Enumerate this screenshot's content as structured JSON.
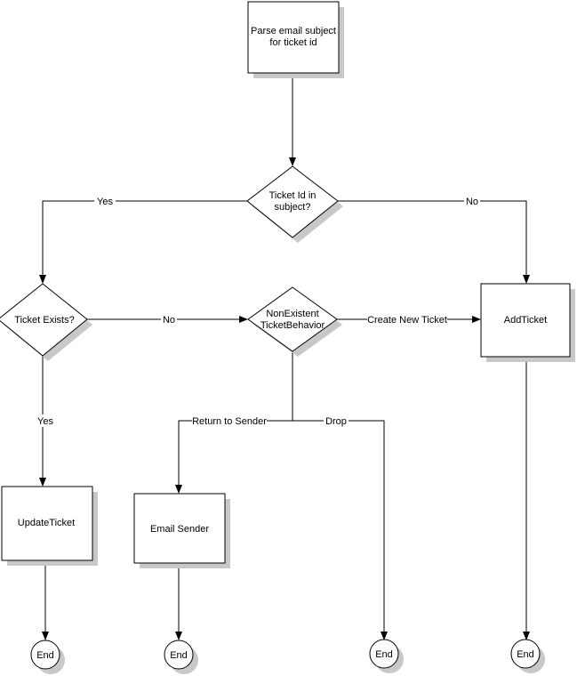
{
  "nodes": {
    "parse": {
      "lines": [
        "Parse email subject",
        "for ticket id"
      ]
    },
    "has_id": {
      "lines": [
        "Ticket Id in",
        "subject?"
      ]
    },
    "exists": {
      "lines": [
        "Ticket Exists?"
      ]
    },
    "nonexistent": {
      "lines": [
        "NonExistent",
        "TicketBehavior"
      ]
    },
    "add": {
      "lines": [
        "AddTicket"
      ]
    },
    "update": {
      "lines": [
        "UpdateTicket"
      ]
    },
    "email": {
      "lines": [
        "Email Sender"
      ]
    },
    "end1": {
      "lines": [
        "End"
      ]
    },
    "end2": {
      "lines": [
        "End"
      ]
    },
    "end3": {
      "lines": [
        "End"
      ]
    },
    "end4": {
      "lines": [
        "End"
      ]
    }
  },
  "edges": {
    "yes_left": "Yes",
    "no_right": "No",
    "no_mid": "No",
    "create_new": "Create New Ticket",
    "yes_down": "Yes",
    "return_sender": "Return to Sender",
    "drop": "Drop"
  }
}
